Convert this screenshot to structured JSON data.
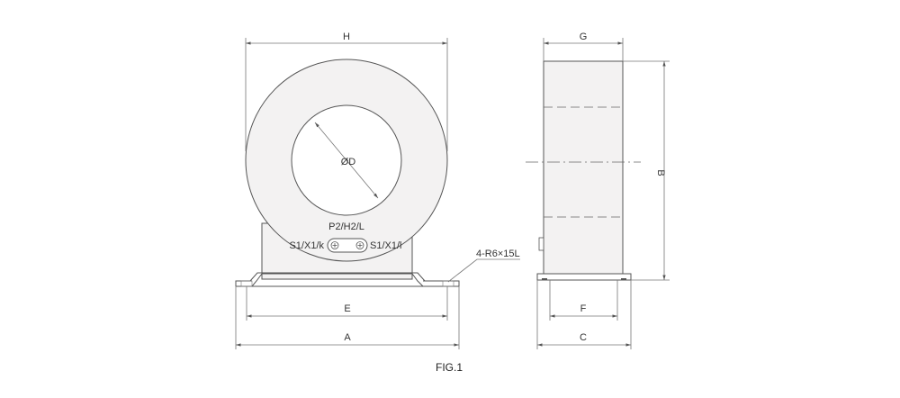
{
  "colors": {
    "body_fill": "#f3f2f2",
    "line": "#555555",
    "text": "#333333"
  },
  "dimensions": {
    "H": "H",
    "G": "G",
    "B": "B",
    "E": "E",
    "A": "A",
    "F": "F",
    "C": "C",
    "D": "ØD"
  },
  "terminals": {
    "top": "P2/H2/L",
    "left": "S1/X1/k",
    "right": "S1/X1/l"
  },
  "mounting_note": "4-R6×15L",
  "figure_caption": "FIG.1"
}
